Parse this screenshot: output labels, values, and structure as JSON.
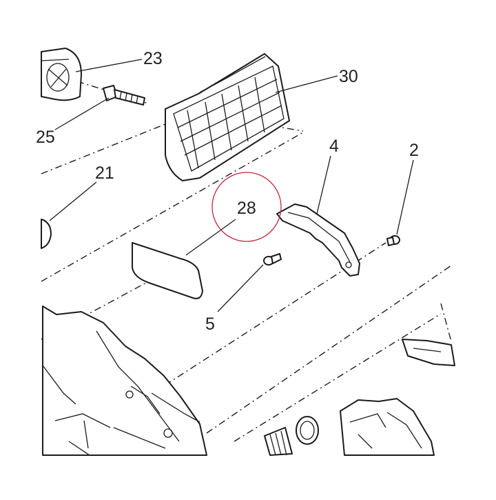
{
  "diagram": {
    "highlight_color": "#c0283a",
    "line_color": "#1a1a1a",
    "callouts": [
      {
        "id": "c23",
        "label": "23"
      },
      {
        "id": "c30",
        "label": "30"
      },
      {
        "id": "c25",
        "label": "25"
      },
      {
        "id": "c4",
        "label": "4"
      },
      {
        "id": "c2",
        "label": "2"
      },
      {
        "id": "c21",
        "label": "21"
      },
      {
        "id": "c28",
        "label": "28"
      },
      {
        "id": "c5",
        "label": "5"
      }
    ]
  }
}
